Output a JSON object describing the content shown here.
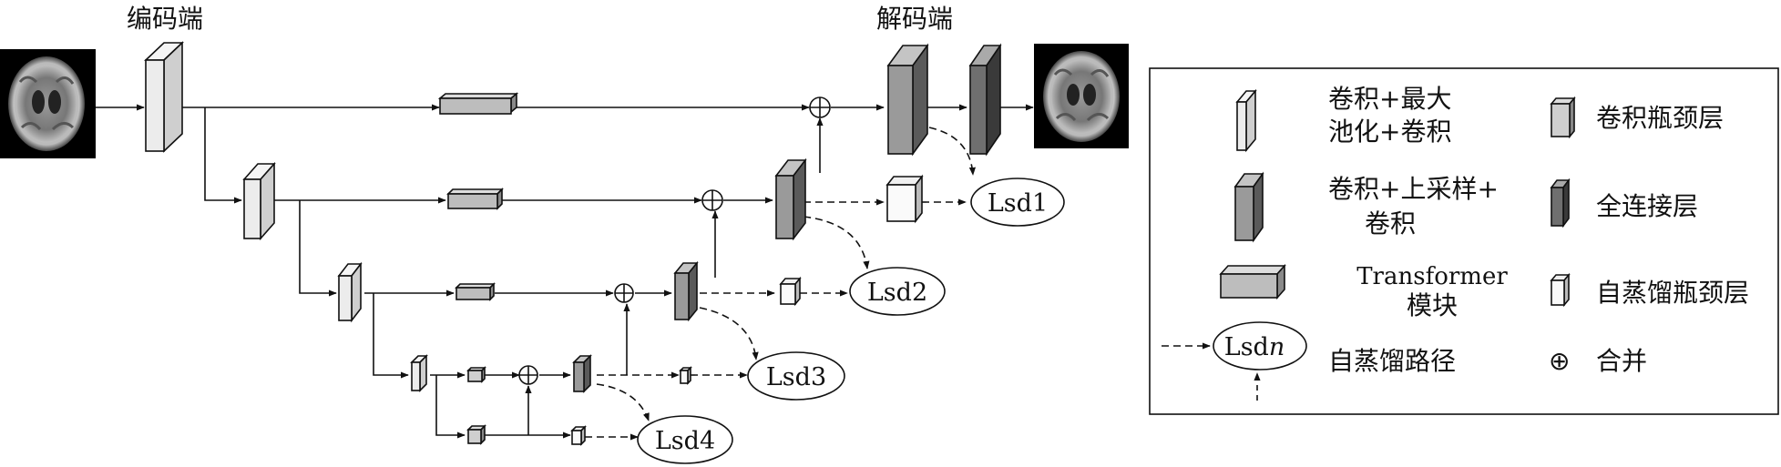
{
  "labels": {
    "encoder": "编码端",
    "decoder": "解码端"
  },
  "loss_nodes": [
    "Lsd1",
    "Lsd2",
    "Lsd3",
    "Lsd4"
  ],
  "legend": {
    "conv_pool": [
      "卷积+最大",
      "池化+卷积"
    ],
    "conv_bottleneck": "卷积瓶颈层",
    "conv_upsample": [
      "卷积+上采样+",
      "卷积"
    ],
    "fully_connected": "全连接层",
    "transformer": [
      "Transformer",
      "模块"
    ],
    "self_distill_bottleneck": "自蒸馏瓶颈层",
    "loss_node": "Lsd",
    "loss_node_suffix": "n",
    "self_distill_path": "自蒸馏路径",
    "merge_symbol": "⊕",
    "merge": "合并"
  },
  "colors": {
    "encoder_block": "#ececec",
    "decoder_block": "#9a9a9a",
    "fc_block": "#6f6f6f",
    "transformer_block": "#bdbdbd",
    "line": "#111111"
  }
}
